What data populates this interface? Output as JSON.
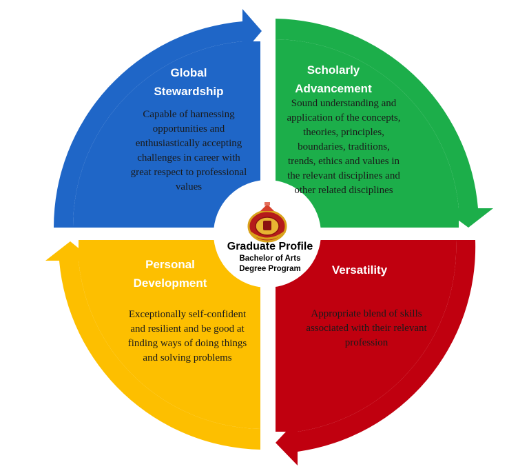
{
  "center": {
    "title": "Graduate Profile",
    "subtitle_lines": [
      "Bachelor of Arts",
      "Degree Program"
    ]
  },
  "quadrants": [
    {
      "id": "global-stewardship",
      "title_lines": [
        "Global",
        "Stewardship"
      ],
      "body_lines": [
        "Capable of harnessing",
        "opportunities and",
        "enthusiastically accepting",
        "challenges in career with",
        "great respect to professional",
        "values"
      ],
      "color": "#1f66c7",
      "text_color": "#1a1a1a"
    },
    {
      "id": "scholarly-advancement",
      "title_lines": [
        "Scholarly",
        "Advancement"
      ],
      "body_lines": [
        "Sound understanding and",
        "application of the concepts,",
        "theories, principles,",
        "boundaries, traditions,",
        "trends, ethics and values in",
        "the relevant disciplines and",
        "other related disciplines"
      ],
      "color": "#1cae4a",
      "text_color": "#1a1a1a"
    },
    {
      "id": "versatility",
      "title_lines": [
        "Versatility"
      ],
      "body_lines": [
        "Appropriate blend of skills",
        "associated with their relevant",
        "profession"
      ],
      "color": "#c0000f",
      "text_color": "#1a1a1a"
    },
    {
      "id": "personal-development",
      "title_lines": [
        "Personal",
        "Development"
      ],
      "body_lines": [
        "Exceptionally self-confident",
        "and resilient and be good at",
        "finding ways of doing things",
        "and solving problems"
      ],
      "color": "#fdbf00",
      "text_color": "#1a1a1a"
    }
  ]
}
